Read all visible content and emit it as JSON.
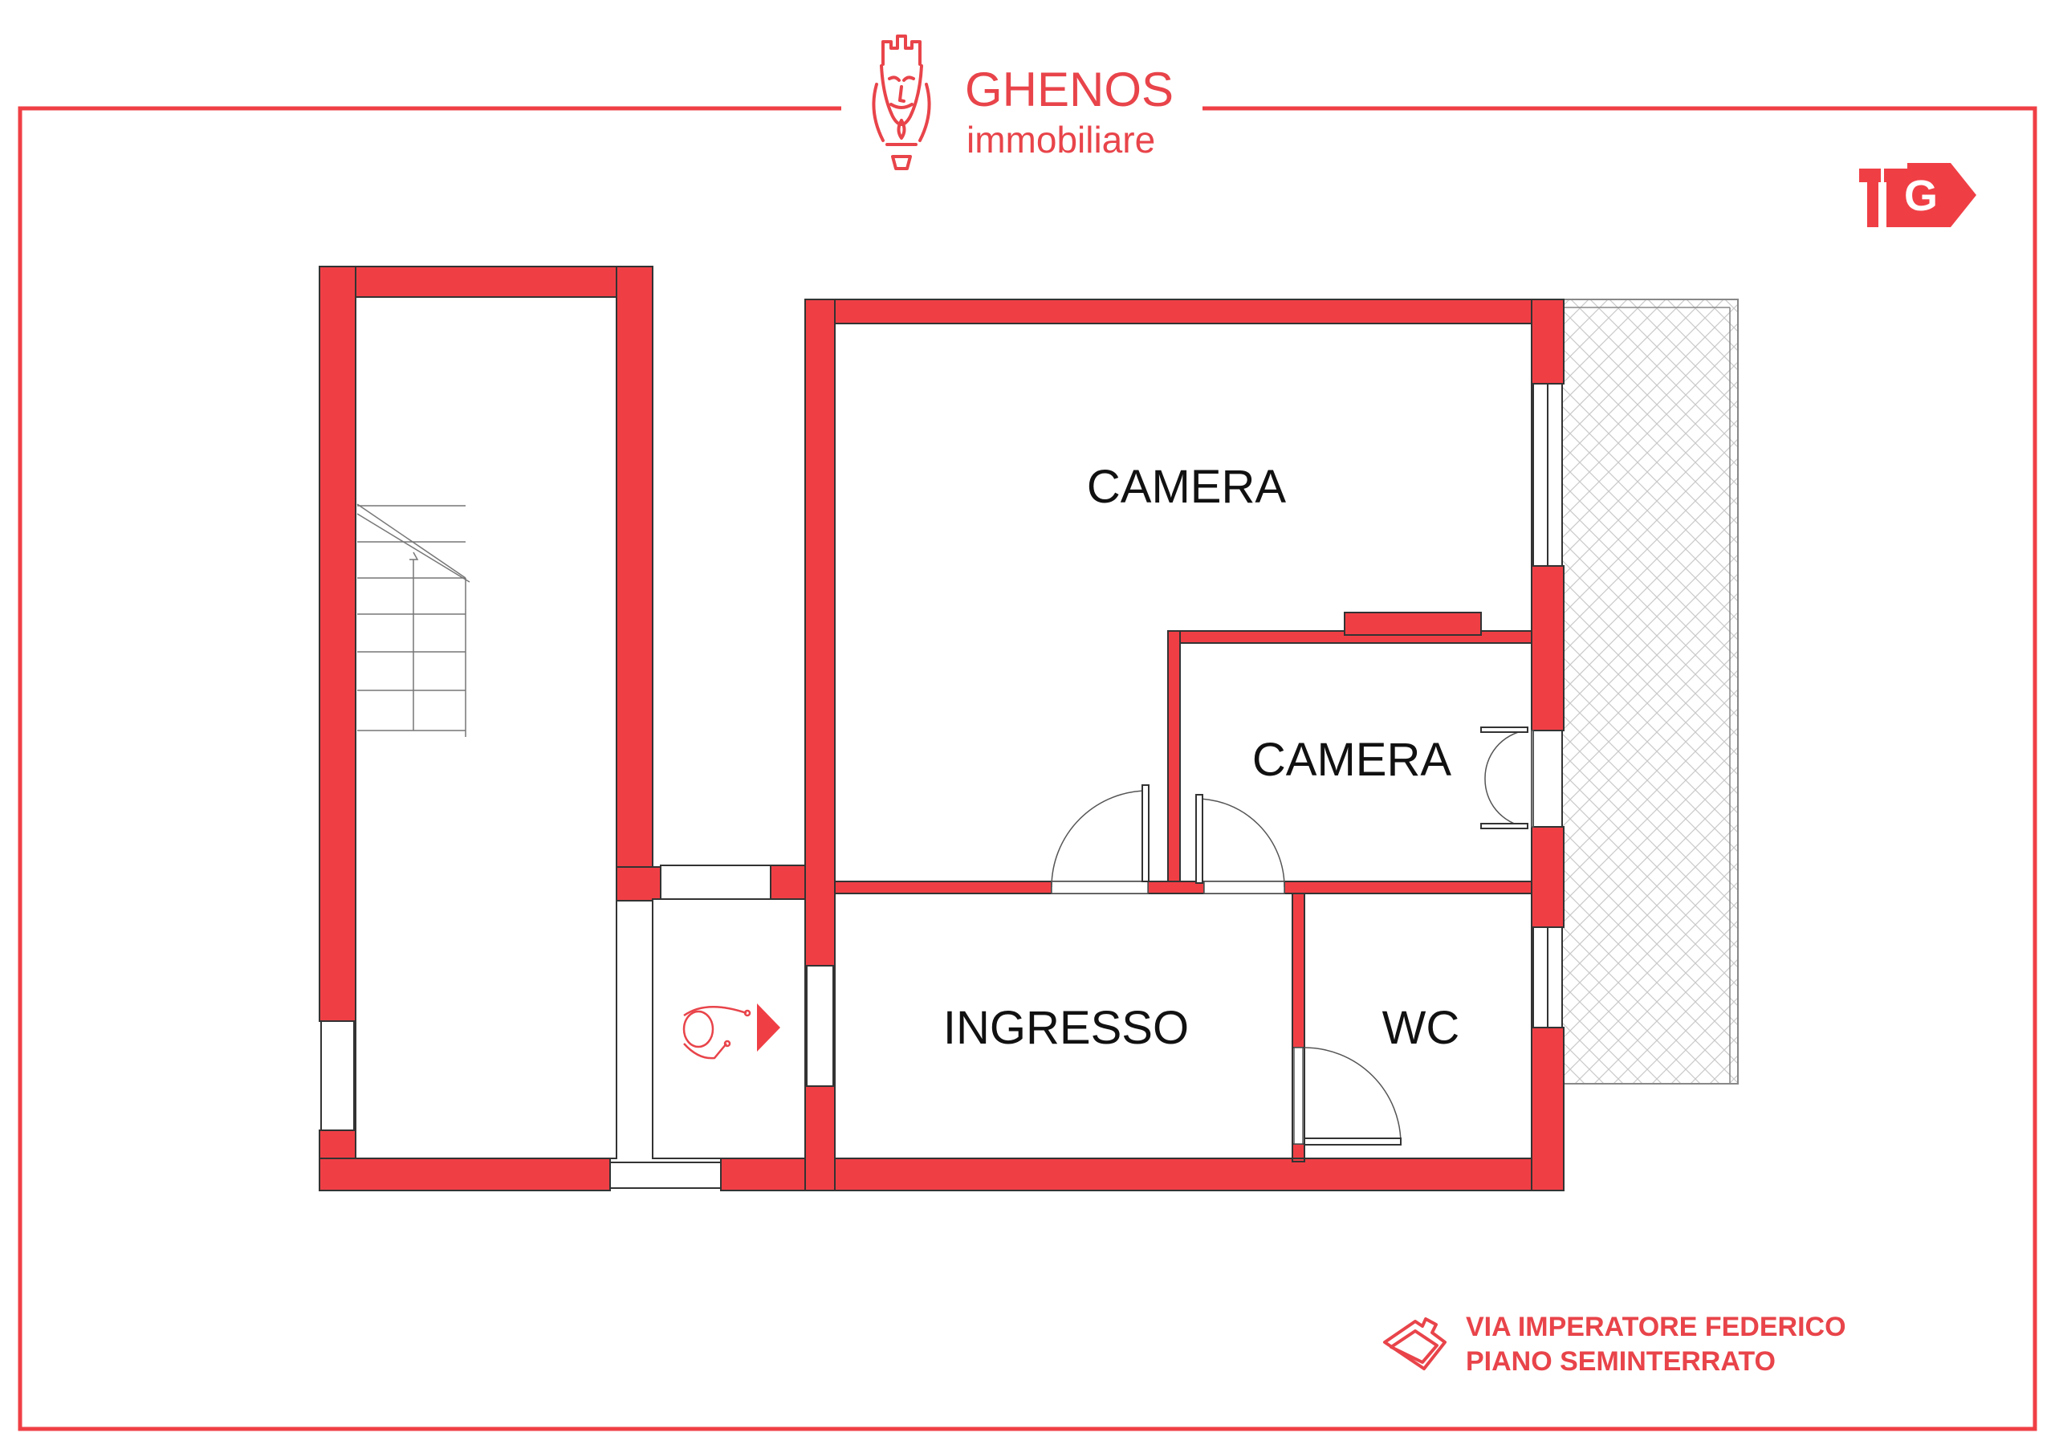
{
  "brand": {
    "name": "GHENOS",
    "subtitle": "immobiliare",
    "badge_letter": "G",
    "accent_color": "#ef3f45",
    "logo_icon": "castle-king-head-logo"
  },
  "plan": {
    "rooms": {
      "camera_large": "CAMERA",
      "camera_small": "CAMERA",
      "ingresso": "INGRESSO",
      "wc": "WC"
    },
    "wall_color": "#ef3f45",
    "stairs_icon": "stairs-icon",
    "entrance_icon": "entrance-person-icon"
  },
  "address": {
    "street": "VIA IMPERATORE FEDERICO",
    "floor": "PIANO SEMINTERRATO",
    "icon": "house-outline-icon"
  }
}
